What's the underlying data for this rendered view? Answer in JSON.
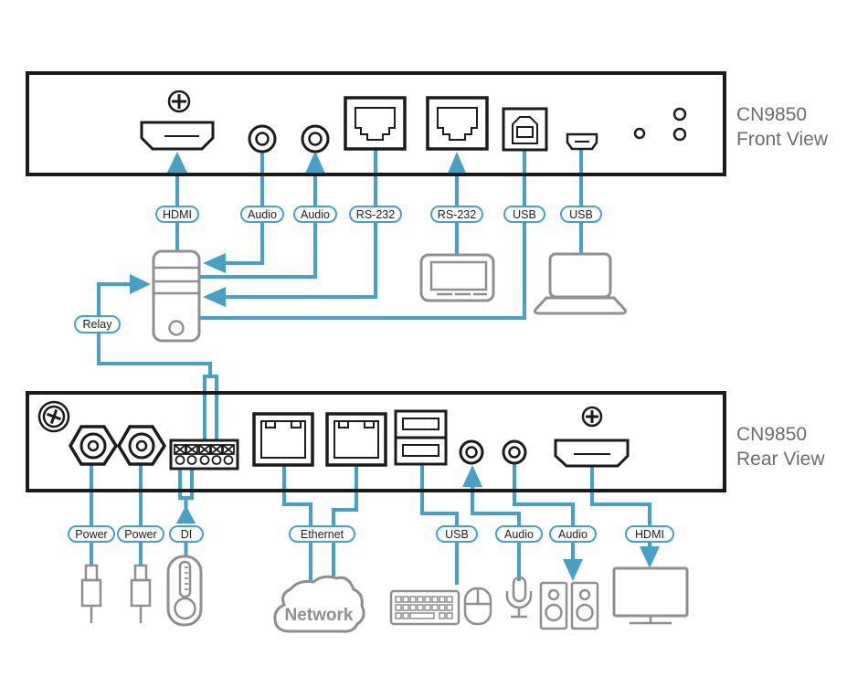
{
  "diagram": {
    "front": {
      "title_line1": "CN9850",
      "title_line2": "Front View",
      "port_labels": {
        "hdmi": "HDMI",
        "audio_1": "Audio",
        "audio_2": "Audio",
        "rs232_1": "RS-232",
        "rs232_2": "RS-232",
        "usb_1": "USB",
        "usb_2": "USB"
      },
      "relay_label": "Relay"
    },
    "rear": {
      "title_line1": "CN9850",
      "title_line2": "Rear View",
      "port_labels": {
        "power_1": "Power",
        "power_2": "Power",
        "di": "DI",
        "ethernet": "Ethernet",
        "usb": "USB",
        "audio_1": "Audio",
        "audio_2": "Audio",
        "hdmi": "HDMI"
      }
    },
    "network_label": "Network",
    "colors": {
      "connector_blue": "#45a1c8",
      "device_gray": "#8f8f8f",
      "panel_outline": "#1b1b1b",
      "title_gray": "#6d6d6d"
    }
  }
}
